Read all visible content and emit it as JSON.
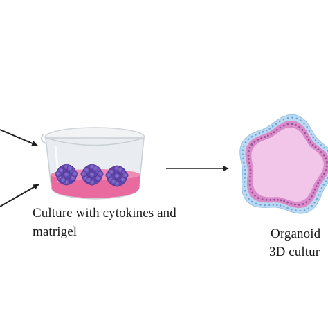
{
  "culture_step": {
    "label_line1": "Culture with cytokines and",
    "label_line2": "matrigel"
  },
  "result_step": {
    "label_line1": "Organoid",
    "label_line2": "3D cultur"
  },
  "colors": {
    "arrow": "#1f1f1f",
    "medium_pink": "#e96a9e",
    "cell_cluster_purple": "#6b4fb4",
    "organoid_lumen": "#f3c2e8",
    "organoid_inner_layer": "#d583c6",
    "organoid_outer_layer": "#a9cfee",
    "beaker_glass": "#e6eaee"
  },
  "icons": {
    "arrow": "arrow-right-icon",
    "beaker": "beaker-icon",
    "cell_cluster": "cell-cluster-icon",
    "organoid": "organoid-icon"
  }
}
